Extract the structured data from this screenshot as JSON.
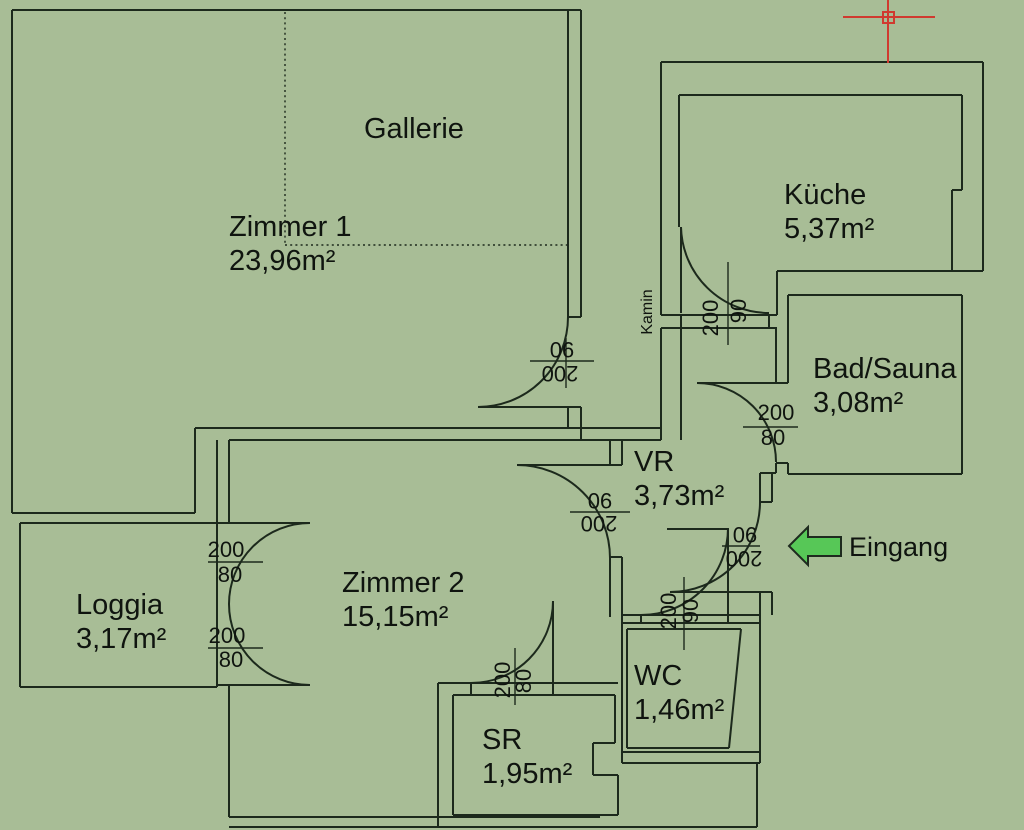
{
  "colors": {
    "background": "#a8bd96",
    "line": "#1c291c",
    "text": "#0f140f",
    "red": "#d03a2f",
    "arrow_fill": "#57c757",
    "arrow_stroke": "#1e2a1e"
  },
  "rooms": [
    {
      "name": "Zimmer 1",
      "area": "23,96m²"
    },
    {
      "name": "Zimmer 2",
      "area": "15,15m²"
    },
    {
      "name": "Küche",
      "area": "5,37m²"
    },
    {
      "name": "Bad/Sauna",
      "area": "3,08m²"
    },
    {
      "name": "VR",
      "area": "3,73m²"
    },
    {
      "name": "WC",
      "area": "1,46m²"
    },
    {
      "name": "SR",
      "area": "1,95m²"
    },
    {
      "name": "Loggia",
      "area": "3,17m²"
    }
  ],
  "annotations": {
    "gallery": "Gallerie",
    "chimney": "Kamin",
    "entrance": "Eingang"
  },
  "door_dimensions": [
    {
      "id": "zimmer1-door",
      "a": "90",
      "b": "200"
    },
    {
      "id": "kueche-door",
      "a": "200",
      "b": "90"
    },
    {
      "id": "bad-sauna-door",
      "a": "200",
      "b": "80"
    },
    {
      "id": "vr-door",
      "a": "90",
      "b": "200"
    },
    {
      "id": "entrance-door",
      "a": "90",
      "b": "200"
    },
    {
      "id": "wc-door",
      "a": "200",
      "b": "90"
    },
    {
      "id": "sr-door",
      "a": "200",
      "b": "80"
    },
    {
      "id": "loggia-door-upper",
      "a": "200",
      "b": "80"
    },
    {
      "id": "loggia-door-lower",
      "a": "200",
      "b": "80"
    }
  ]
}
